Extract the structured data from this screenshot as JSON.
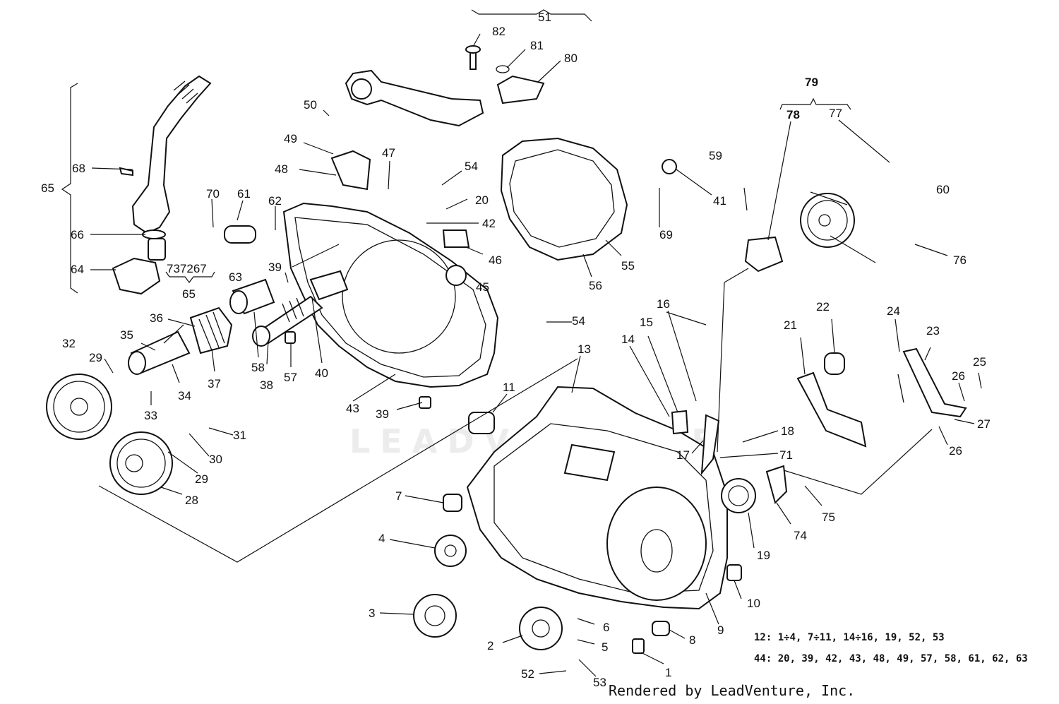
{
  "callouts": [
    {
      "id": "82",
      "text": "82"
    },
    {
      "id": "51",
      "text": "51"
    },
    {
      "id": "81",
      "text": "81"
    },
    {
      "id": "80",
      "text": "80"
    },
    {
      "id": "79",
      "text": "79"
    },
    {
      "id": "78",
      "text": "78"
    },
    {
      "id": "77",
      "text": "77"
    },
    {
      "id": "50",
      "text": "50"
    },
    {
      "id": "49",
      "text": "49"
    },
    {
      "id": "48",
      "text": "48"
    },
    {
      "id": "47",
      "text": "47"
    },
    {
      "id": "54a",
      "text": "54"
    },
    {
      "id": "20",
      "text": "20"
    },
    {
      "id": "42",
      "text": "42"
    },
    {
      "id": "46",
      "text": "46"
    },
    {
      "id": "45",
      "text": "45"
    },
    {
      "id": "59",
      "text": "59"
    },
    {
      "id": "41",
      "text": "41"
    },
    {
      "id": "60",
      "text": "60"
    },
    {
      "id": "69",
      "text": "69"
    },
    {
      "id": "55",
      "text": "55"
    },
    {
      "id": "56",
      "text": "56"
    },
    {
      "id": "76",
      "text": "76"
    },
    {
      "id": "68",
      "text": "68"
    },
    {
      "id": "65a",
      "text": "65"
    },
    {
      "id": "70",
      "text": "70"
    },
    {
      "id": "61",
      "text": "61"
    },
    {
      "id": "62",
      "text": "62"
    },
    {
      "id": "66",
      "text": "66"
    },
    {
      "id": "64",
      "text": "64"
    },
    {
      "id": "737267",
      "text": "737267"
    },
    {
      "id": "65b",
      "text": "65"
    },
    {
      "id": "63",
      "text": "63"
    },
    {
      "id": "39a",
      "text": "39"
    },
    {
      "id": "36",
      "text": "36"
    },
    {
      "id": "54b",
      "text": "54"
    },
    {
      "id": "16",
      "text": "16"
    },
    {
      "id": "32",
      "text": "32"
    },
    {
      "id": "35",
      "text": "35"
    },
    {
      "id": "29a",
      "text": "29"
    },
    {
      "id": "34",
      "text": "34"
    },
    {
      "id": "37",
      "text": "37"
    },
    {
      "id": "58",
      "text": "58"
    },
    {
      "id": "38",
      "text": "38"
    },
    {
      "id": "57",
      "text": "57"
    },
    {
      "id": "40",
      "text": "40"
    },
    {
      "id": "43",
      "text": "43"
    },
    {
      "id": "33",
      "text": "33"
    },
    {
      "id": "13",
      "text": "13"
    },
    {
      "id": "14",
      "text": "14"
    },
    {
      "id": "15",
      "text": "15"
    },
    {
      "id": "21",
      "text": "21"
    },
    {
      "id": "22",
      "text": "22"
    },
    {
      "id": "24",
      "text": "24"
    },
    {
      "id": "23",
      "text": "23"
    },
    {
      "id": "25",
      "text": "25"
    },
    {
      "id": "26a",
      "text": "26"
    },
    {
      "id": "27",
      "text": "27"
    },
    {
      "id": "26b",
      "text": "26"
    },
    {
      "id": "11",
      "text": "11"
    },
    {
      "id": "39b",
      "text": "39"
    },
    {
      "id": "31",
      "text": "31"
    },
    {
      "id": "30",
      "text": "30"
    },
    {
      "id": "29b",
      "text": "29"
    },
    {
      "id": "28",
      "text": "28"
    },
    {
      "id": "18",
      "text": "18"
    },
    {
      "id": "17",
      "text": "17"
    },
    {
      "id": "71",
      "text": "71"
    },
    {
      "id": "7",
      "text": "7"
    },
    {
      "id": "75",
      "text": "75"
    },
    {
      "id": "74",
      "text": "74"
    },
    {
      "id": "4",
      "text": "4"
    },
    {
      "id": "19",
      "text": "19"
    },
    {
      "id": "10",
      "text": "10"
    },
    {
      "id": "3",
      "text": "3"
    },
    {
      "id": "9",
      "text": "9"
    },
    {
      "id": "6",
      "text": "6"
    },
    {
      "id": "8",
      "text": "8"
    },
    {
      "id": "2",
      "text": "2"
    },
    {
      "id": "5",
      "text": "5"
    },
    {
      "id": "1",
      "text": "1"
    },
    {
      "id": "52",
      "text": "52"
    },
    {
      "id": "53",
      "text": "53"
    }
  ],
  "notes": {
    "line1": "12: 1÷4, 7÷11, 14÷16, 19, 52, 53",
    "line2": "44: 20, 39, 42, 43, 48, 49, 57, 58, 61, 62, 63"
  },
  "watermark": "LEADVENTURE",
  "footer": "Rendered by LeadVenture, Inc."
}
